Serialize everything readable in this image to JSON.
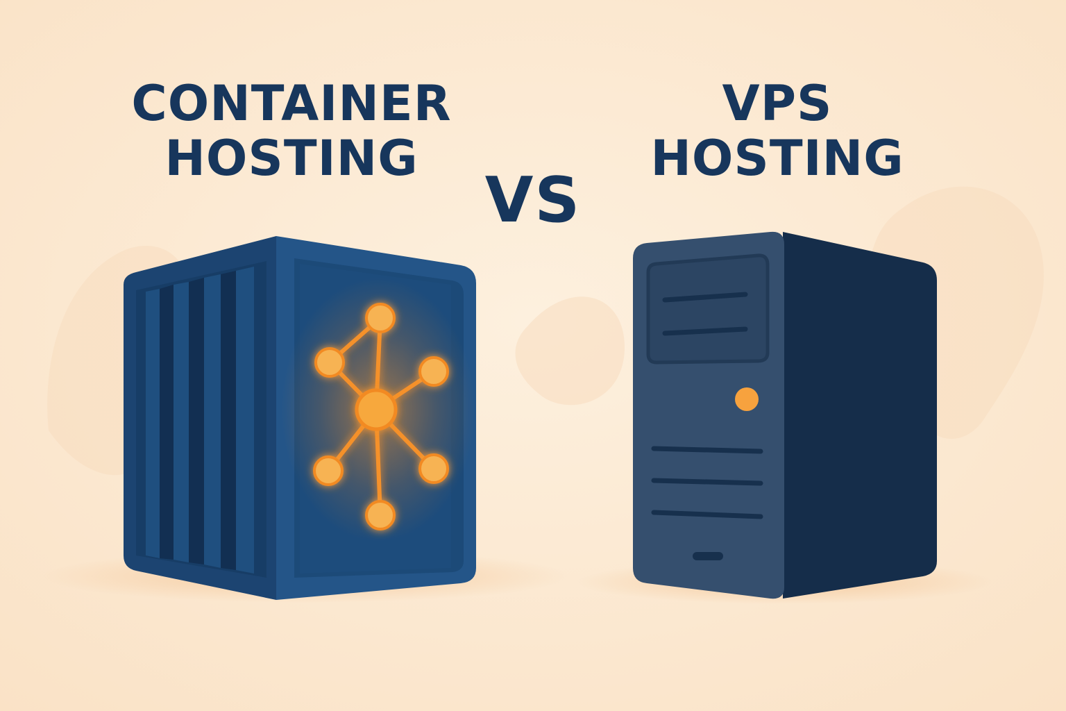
{
  "left": {
    "title_line1": "CONTAINER",
    "title_line2": "HOSTING",
    "icon": "container-network-icon"
  },
  "right": {
    "title_line1": "VPS",
    "title_line2": "HOSTING",
    "icon": "server-tower-icon"
  },
  "vs_text": "VS",
  "colors": {
    "background": "#fbe8d0",
    "text": "#17365c",
    "container_front": "#1f4f7f",
    "container_side": "#1c4471",
    "server_front": "#354f6e",
    "server_side": "#152d4a",
    "accent_orange": "#f5a03c",
    "glow": "#ff8c1a"
  }
}
